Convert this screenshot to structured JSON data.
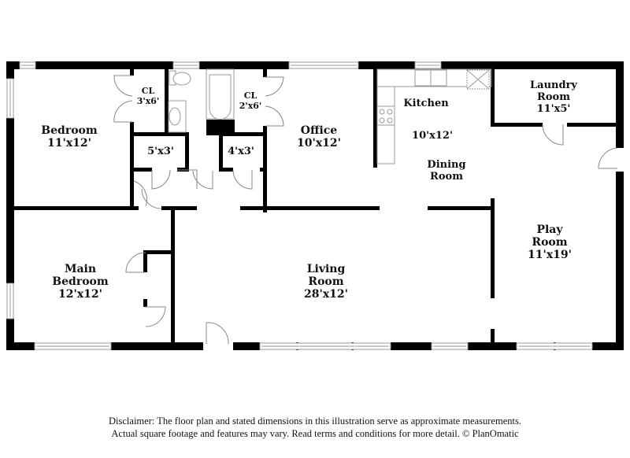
{
  "floorplan": {
    "rooms": [
      {
        "id": "bedroom",
        "name": "Bedroom",
        "dims": "11'x12'"
      },
      {
        "id": "closet-1",
        "name": "CL",
        "dims": "3'x6'"
      },
      {
        "id": "closet-5x3",
        "name": "",
        "dims": "5'x3'"
      },
      {
        "id": "closet-2",
        "name": "CL",
        "dims": "2'x6'"
      },
      {
        "id": "closet-4x3",
        "name": "",
        "dims": "4'x3'"
      },
      {
        "id": "office",
        "name": "Office",
        "dims": "10'x12'"
      },
      {
        "id": "kitchen",
        "name": "Kitchen",
        "dims": "10'x12'"
      },
      {
        "id": "dining",
        "name": "Dining Room",
        "dims": ""
      },
      {
        "id": "laundry",
        "name": "Laundry Room",
        "dims": "11'x5'"
      },
      {
        "id": "main-bedroom",
        "name": "Main Bedroom",
        "dims": "12'x12'"
      },
      {
        "id": "living",
        "name": "Living Room",
        "dims": "28'x12'"
      },
      {
        "id": "play",
        "name": "Play Room",
        "dims": "11'x19'"
      }
    ],
    "labels": {
      "bedroom_name": "Bedroom",
      "bedroom_dims": "11'x12'",
      "cl1_name": "CL",
      "cl1_dims": "3'x6'",
      "c53_dims": "5'x3'",
      "cl2_name": "CL",
      "cl2_dims": "2'x6'",
      "c43_dims": "4'x3'",
      "office_name": "Office",
      "office_dims": "10'x12'",
      "kitchen_name": "Kitchen",
      "kitchen_dims": "10'x12'",
      "dining_line1": "Dining",
      "dining_line2": "Room",
      "laundry_line1": "Laundry",
      "laundry_line2": "Room",
      "laundry_dims": "11'x5'",
      "main_line1": "Main",
      "main_line2": "Bedroom",
      "main_dims": "12'x12'",
      "living_line1": "Living",
      "living_line2": "Room",
      "living_dims": "28'x12'",
      "play_line1": "Play",
      "play_line2": "Room",
      "play_dims": "11'x19'"
    },
    "colors": {
      "wall": "#000000",
      "fixture": "#9a9a9a",
      "background": "#ffffff"
    }
  },
  "disclaimer": {
    "line1": "Disclaimer: The floor plan and stated dimensions in this illustration serve as approximate measurements.",
    "line2": "Actual square footage and features may vary. Read terms and conditions for more detail. © PlanOmatic"
  }
}
